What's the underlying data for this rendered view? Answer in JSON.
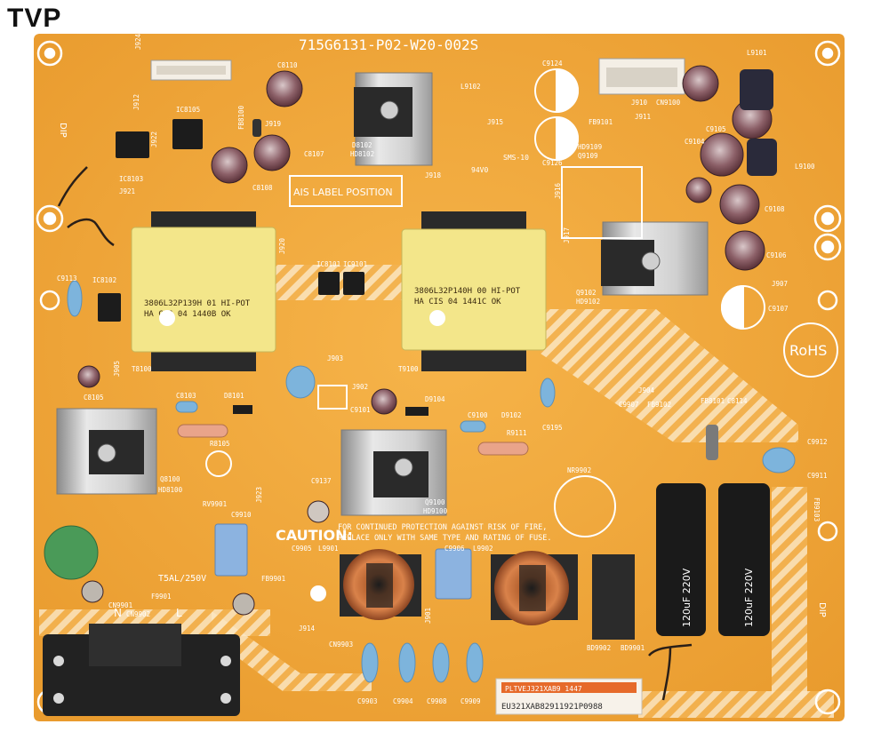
{
  "watermark": {
    "text": "TVP"
  },
  "colors": {
    "board": "#f0a83c",
    "board_edge": "#e59a2c",
    "silk": "#ffffff",
    "heatsink": "#c9c9c9",
    "transformer": "#f3e68a",
    "capacitor": "#6b3f45"
  },
  "board": {
    "part_number": "715G6131-P02-W20-002S",
    "ais_label": "AIS LABEL POSITION",
    "rohs": "RoHS",
    "caution_title": "CAUTION:",
    "caution_line1": "FOR CONTINUED PROTECTION AGAINST RISK OF FIRE,",
    "caution_line2": "REPLACE ONLY WITH SAME TYPE AND RATING OF FUSE.",
    "fuse_rating": "T5AL/250V",
    "connector_n": "N",
    "connector_l": "L",
    "transformer_left": {
      "line1": "3806L32P139H   01   HI-POT",
      "line2": "HA   CIS 04   1440B   OK"
    },
    "transformer_right": {
      "line1": "3806L32P140H   00   HI-POT",
      "line2": "HA   CIS 04   1441C   OK"
    },
    "big_cap_left": "120uF 220V",
    "big_cap_right": "120uF 220V",
    "sticker_top": "PLTVEJ321XAB9 1447",
    "sticker_bottom": "EU321XAB82911921P0988",
    "dip_left": "DIP",
    "dip_right": "DIP",
    "labels": {
      "j924": "J924",
      "j912": "J912",
      "j919": "J919",
      "j915": "J915",
      "j910": "J910",
      "j911": "J911",
      "j917": "J917",
      "j918": "J918",
      "j916": "J916",
      "j920": "J920",
      "j921": "J921",
      "j922": "J922",
      "j903": "J903",
      "j902": "J902",
      "j904": "J904",
      "j905": "J905",
      "j907": "J907",
      "j914": "J914",
      "j923": "J923",
      "j901": "J901",
      "ic8105": "IC8105",
      "ic8103": "IC8103",
      "ic8102": "IC8102",
      "ic8101": "IC8101",
      "ic9101": "IC9101",
      "c8110": "C8110",
      "c8107": "C8107",
      "c8108": "C8108",
      "c8103": "C8103",
      "c8105": "C8105",
      "c9113": "C9113",
      "d8102": "D8102",
      "hd8102": "HD8102",
      "d8101": "D8101",
      "fb8100": "FB8100",
      "r8105": "R8105",
      "q8100": "Q8100",
      "hd8100": "HD8100",
      "t8100": "T8100",
      "t9100": "T9100",
      "l9102": "L9102",
      "l9101": "L9101",
      "l9100": "L9100",
      "c9124": "C9124",
      "c9126": "C9126",
      "cn9100": "CN9100",
      "fb9101": "FB9101",
      "hd9109": "HD9109",
      "q9109": "Q9109",
      "c9104": "C9104",
      "c9105": "C9105",
      "c9108": "C9108",
      "c9106": "C9106",
      "c9107": "C9107",
      "q9102": "Q9102",
      "hd9102": "HD9102",
      "c9101": "C9101",
      "d9104": "D9104",
      "d9102": "D9102",
      "c9100": "C9100",
      "r9111": "R9111",
      "c9195": "C9195",
      "q9100": "Q9100",
      "hd9100": "HD9100",
      "c9137": "C9137",
      "nr9902": "NR9902",
      "c9907": "C9907",
      "fb9102": "FB9102",
      "fb8101": "FB8101",
      "c8114": "C8114",
      "c9912": "C9912",
      "c9911": "C9911",
      "fb9103": "FB9103",
      "rv9901": "RV9901",
      "c9910": "C9910",
      "f9901": "F9901",
      "fb9901": "FB9901",
      "cn9901": "CN9901",
      "cn9902": "CN9902",
      "c9905": "C9905",
      "l9901": "L9901",
      "c9906": "C9906",
      "l9902": "L9902",
      "cn9903": "CN9903",
      "c9903": "C9903",
      "c9904": "C9904",
      "c9908": "C9908",
      "c9909": "C9909",
      "bd9902": "BD9902",
      "bd9901": "BD9901",
      "sms": "SMS-10",
      "94v0": "94V0"
    }
  }
}
